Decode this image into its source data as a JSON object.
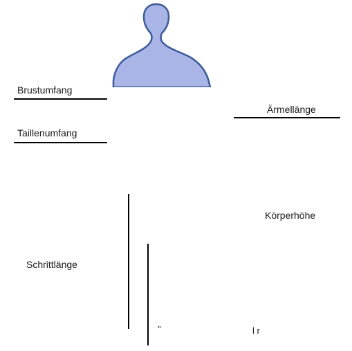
{
  "labels": {
    "chest": "Brustumfang",
    "sleeve": "Ärmellänge",
    "waist": "Taillenumfang",
    "height": "Körperhöhe",
    "inseam": "Schrittlänge",
    "mark_quote": "\"",
    "mark_lr": "l r"
  },
  "colors": {
    "silhouette_fill": "#a9b5e6",
    "silhouette_stroke": "#3b5a9a",
    "line": "#000000",
    "text": "#1a1a1a"
  },
  "icons": {
    "figure": "person-silhouette-icon"
  }
}
